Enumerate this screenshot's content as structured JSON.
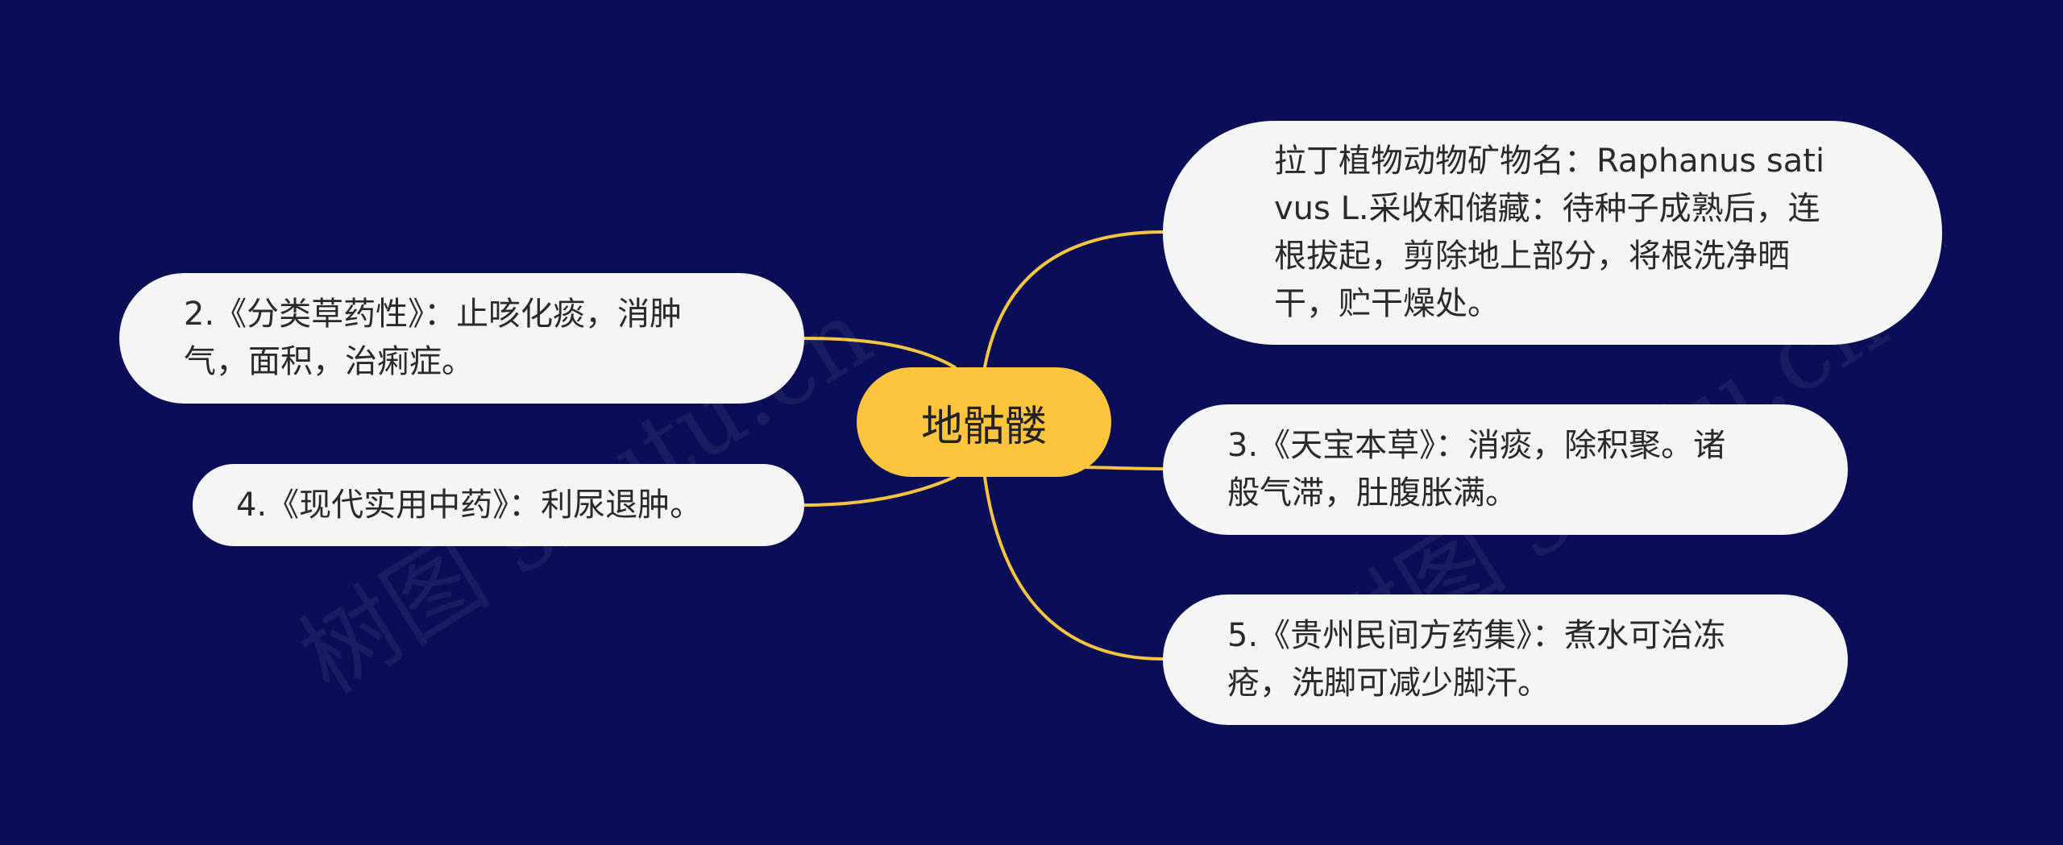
{
  "center": {
    "label": "地骷髅"
  },
  "branches": {
    "latin": "拉丁植物动物矿物名：Raphanus sativus L.采收和储藏：待种子成熟后，连根拔起，剪除地上部分，将根洗净晒干，贮干燥处。",
    "item2": "2.《分类草药性》：止咳化痰，消肿气，面积，治痢症。",
    "item3": "3.《天宝本草》：消痰，除积聚。诸般气滞，肚腹胀满。",
    "item4": "4.《现代实用中药》：利尿退肿。",
    "item5": "5.《贵州民间方药集》：煮水可治冻疮，洗脚可减少脚汗。"
  },
  "watermark": "树图 shutu.cn",
  "colors": {
    "background": "#0a0e57",
    "connector": "#f5c542",
    "center": "#fdc53d",
    "node": "#f5f5f5"
  }
}
